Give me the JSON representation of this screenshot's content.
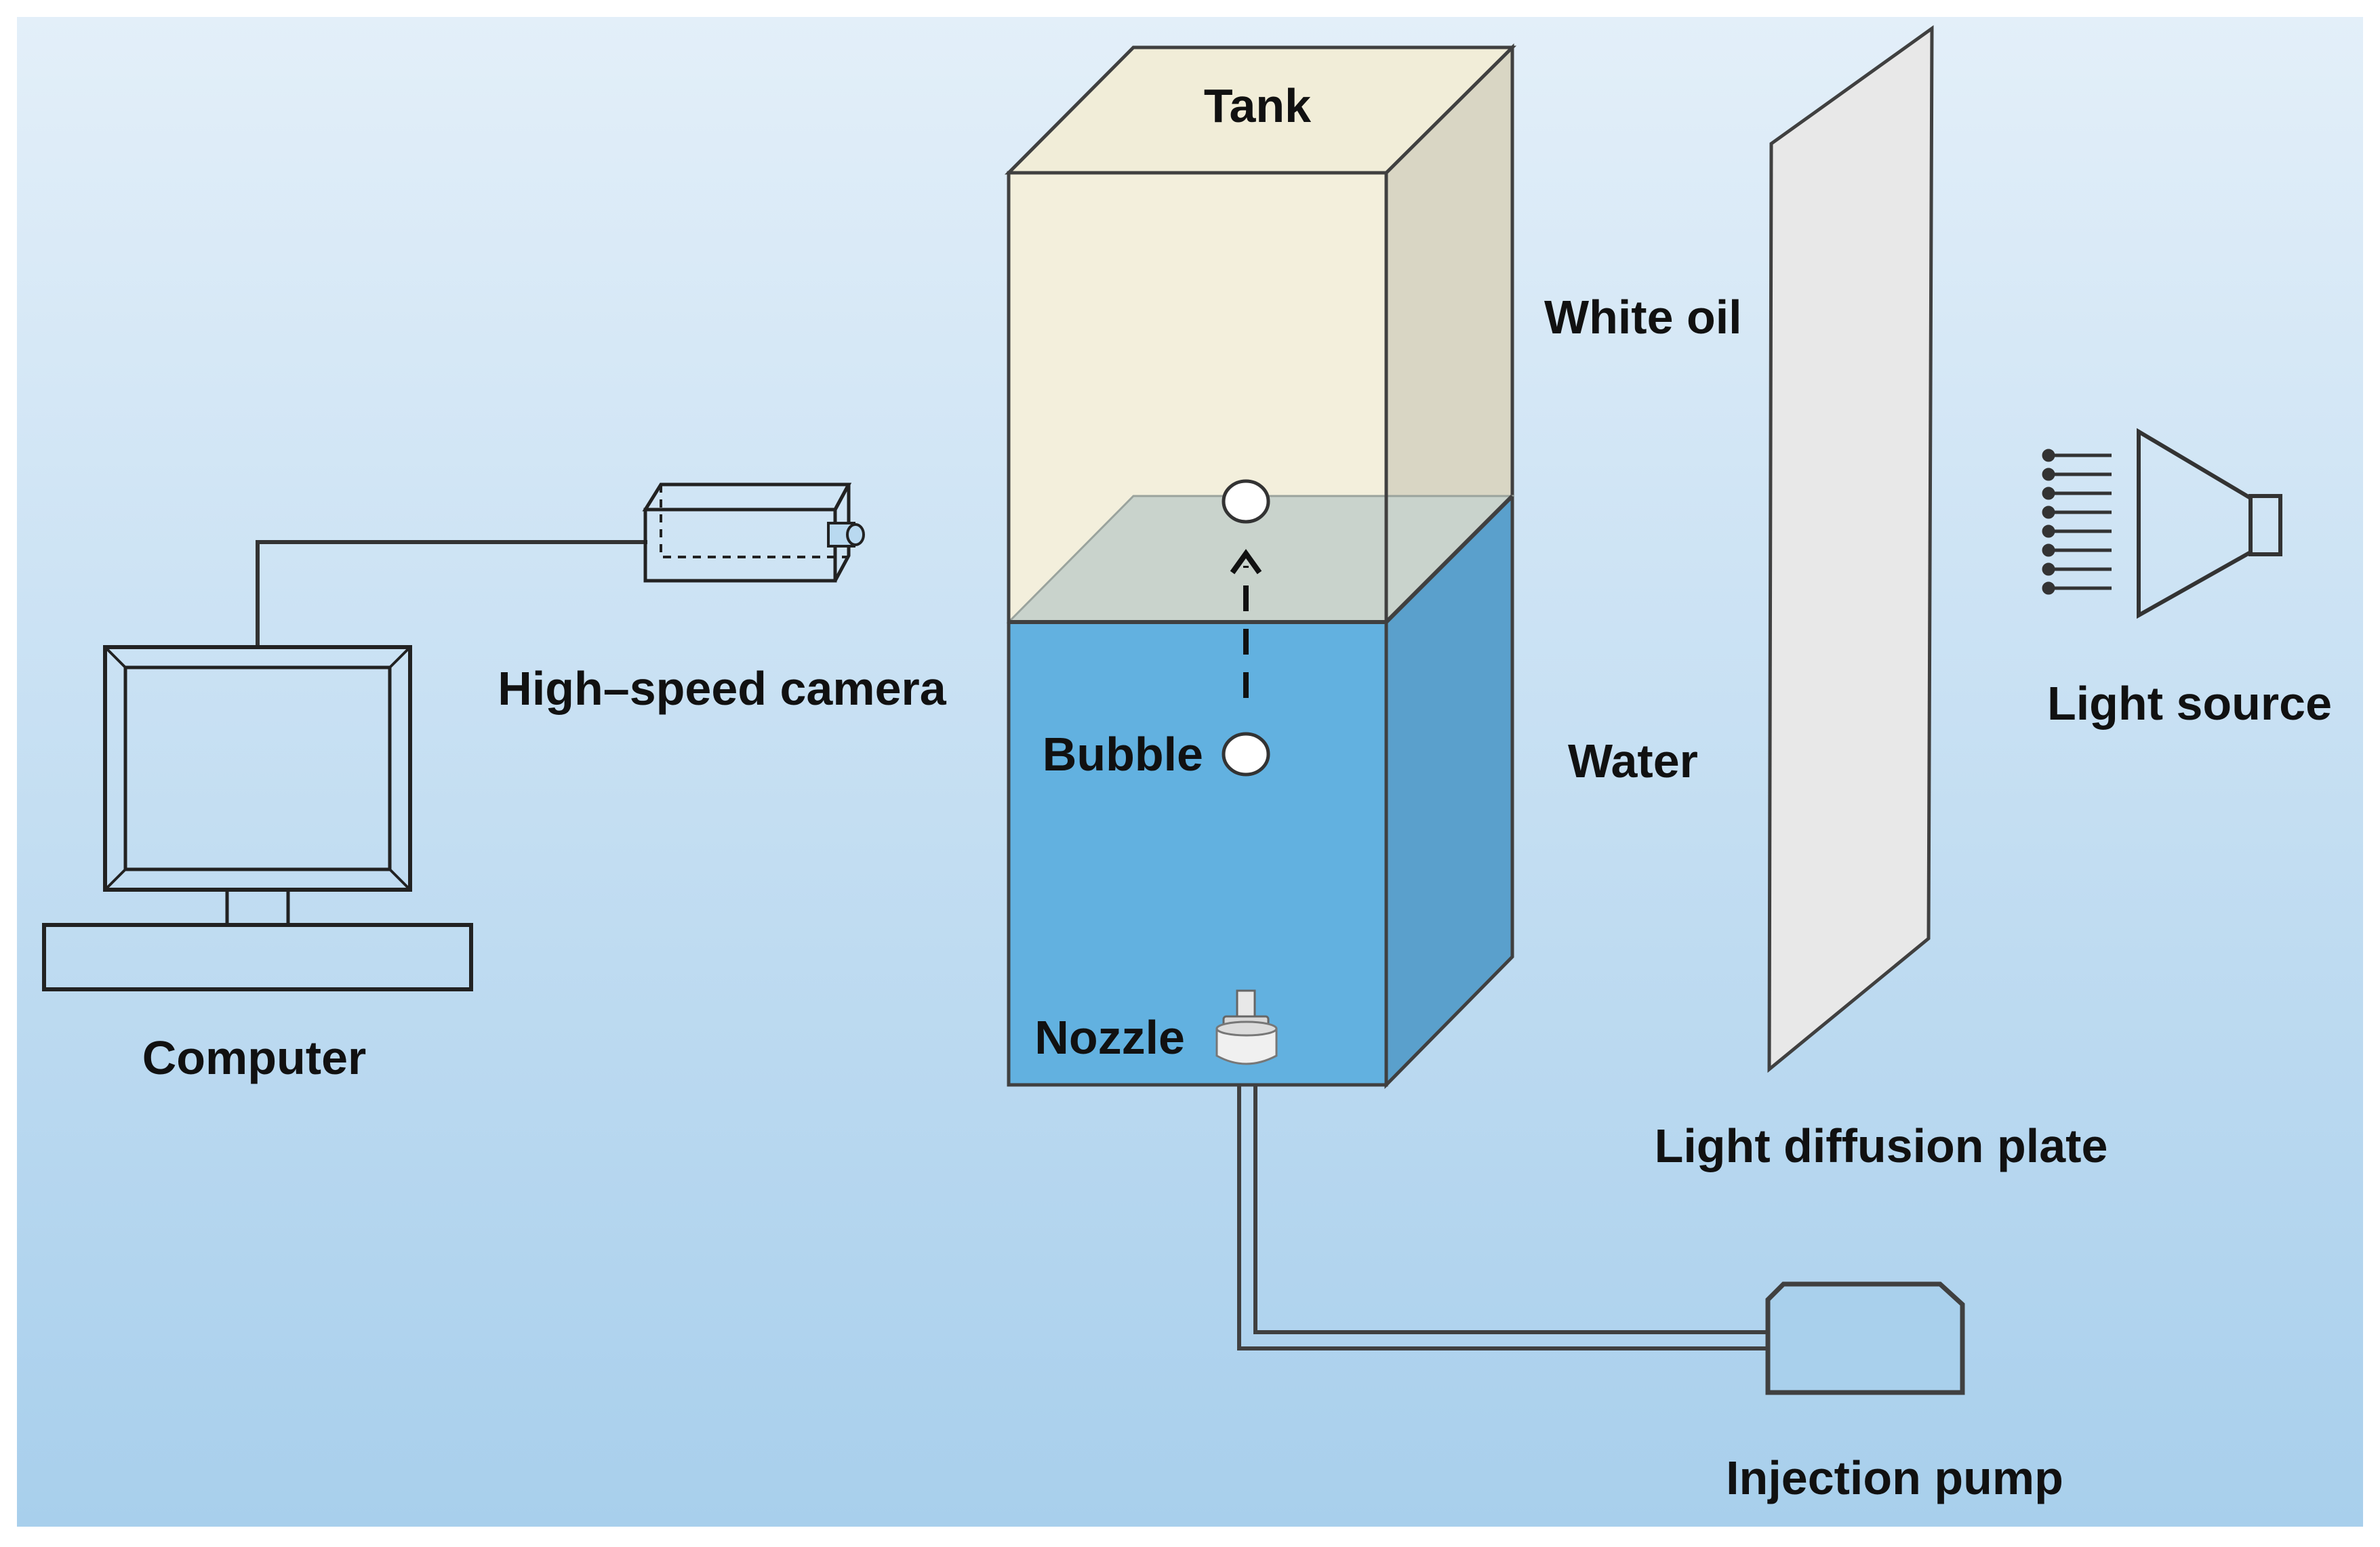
{
  "labels": {
    "tank": "Tank",
    "white_oil": "White oil",
    "water": "Water",
    "bubble": "Bubble",
    "nozzle": "Nozzle",
    "high_speed_camera": "High–speed camera",
    "computer": "Computer",
    "light_diffusion_plate": "Light diffusion plate",
    "light_source": "Light source",
    "injection_pump": "Injection pump"
  },
  "colors": {
    "background_top": "#e3eff9",
    "background_bottom": "#a8cfec",
    "oil_front": "#f3efdc",
    "oil_side": "#d9d6c4",
    "oil_top": "#f1edd8",
    "interface": "#c9d3cc",
    "water_front": "#62b1e0",
    "water_side": "#5aa0cc",
    "plate": "#e8e8e8",
    "outline": "#404040"
  },
  "icons": {
    "computer": "computer-monitor-icon",
    "camera": "camera-icon",
    "nozzle": "nozzle-icon",
    "pump": "pump-icon",
    "light_source": "lamp-icon"
  }
}
